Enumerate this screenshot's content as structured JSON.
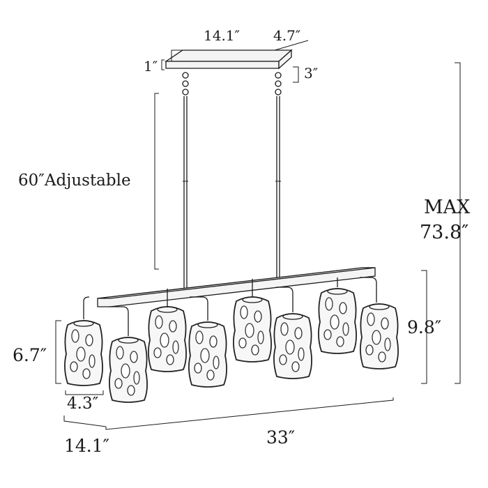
{
  "dimensions": {
    "canopy_length": "14.1″",
    "canopy_width": "4.7″",
    "canopy_height": "1″",
    "hanger_height": "3″",
    "adjustable_rods": "60″Adjustable",
    "max_label": "MAX",
    "max_value": "73.8″",
    "body_height": "9.8″",
    "shade_height": "6.7″",
    "shade_diameter": "4.3″",
    "fixture_width": "14.1″",
    "fixture_length": "33″"
  },
  "fixture": {
    "shade_count": 8
  }
}
